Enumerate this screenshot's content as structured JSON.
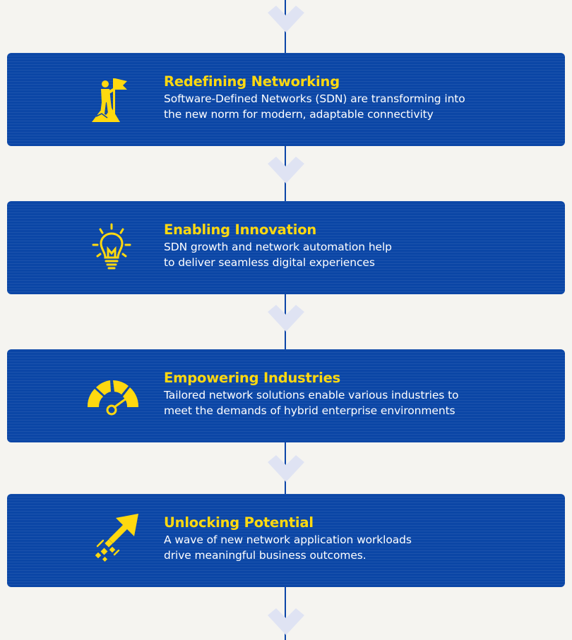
{
  "colors": {
    "background": "#f5f4f0",
    "card": "#0b46a6",
    "accent": "#ffd90f",
    "connector": "#0b45a8",
    "chevron": "#dfe3f3"
  },
  "steps": [
    {
      "title": "Redefining Networking",
      "desc_lines": [
        "Software-Defined Networks (SDN) are transforming into",
        "the new norm for modern, adaptable connectivity"
      ],
      "icon": "flag-climber-icon"
    },
    {
      "title": "Enabling Innovation",
      "desc_lines": [
        "SDN growth and network automation help",
        "to deliver seamless digital experiences"
      ],
      "icon": "lightbulb-icon"
    },
    {
      "title": "Empowering Industries",
      "desc_lines": [
        "Tailored network solutions enable various industries to",
        "meet the demands of hybrid enterprise environments"
      ],
      "icon": "speedometer-icon"
    },
    {
      "title": "Unlocking Potential",
      "desc_lines": [
        "A wave of new network application workloads",
        "drive meaningful business outcomes."
      ],
      "icon": "rising-arrow-icon"
    }
  ]
}
